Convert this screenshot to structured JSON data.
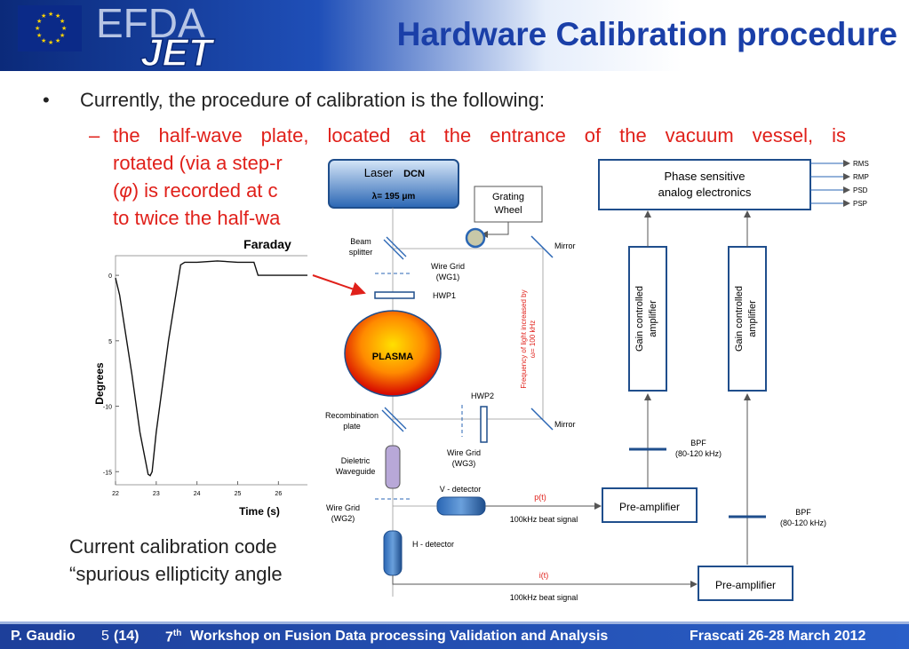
{
  "header": {
    "title": "Hardware Calibration procedure",
    "logo_top": "EFDA",
    "logo_bottom": "JET"
  },
  "body": {
    "bullet_symbol": "•",
    "bullet1": "Currently, the procedure of calibration is the following:",
    "dash": "–",
    "sub_line1": "the half-wave plate, located at the entrance of the vacuum vessel, is",
    "sub_line2": "rotated (via a step-r",
    "sub_line3_a": "(",
    "sub_line3_phi": "φ",
    "sub_line3_b": ")  is recorded at c",
    "sub_line4": "to twice the half-wa",
    "cc_line1": "Current calibration code",
    "cc_line2": "“spurious ellipticity angle"
  },
  "chart_data": {
    "type": "line",
    "title": "Faraday",
    "xlabel": "Time (s)",
    "ylabel": "Degrees",
    "xlim": [
      22,
      26.8
    ],
    "ylim": [
      -16,
      1.5
    ],
    "x_ticks": [
      "22",
      "23",
      "24",
      "25",
      "26"
    ],
    "y_ticks": [
      "0",
      "-5",
      "-10",
      "-15"
    ],
    "y_tick_labels_printed": [
      "0",
      "5",
      "-10",
      "-15"
    ],
    "series": [
      {
        "x": [
          22.0,
          22.1,
          22.4,
          22.6,
          22.8,
          22.85,
          22.9,
          23.0,
          23.3,
          23.6,
          23.7,
          24.0,
          24.5,
          25.0,
          25.4,
          25.5,
          25.8,
          26.2,
          26.8
        ],
        "y": [
          -0.2,
          -1.5,
          -7.5,
          -12.0,
          -15.2,
          -15.3,
          -15.0,
          -12.0,
          -5.0,
          0.8,
          1.0,
          1.0,
          1.1,
          1.0,
          1.0,
          0.0,
          0.0,
          0.0,
          0.0
        ]
      }
    ]
  },
  "diagram": {
    "laser_title": "Laser",
    "laser_bold": "DCN",
    "laser_lambda": "λ= 195 μm",
    "grating": "Grating Wheel",
    "grating_l1": "Grating",
    "grating_l2": "Wheel",
    "mirror_top": "Mirror",
    "mirror_bottom": "Mirror",
    "beam_splitter_l1": "Beam",
    "beam_splitter_l2": "splitter",
    "wg1_l1": "Wire Grid",
    "wg1_l2": "(WG1)",
    "hwp1": "HWP1",
    "plasma": "PLASMA",
    "hwp2": "HWP2",
    "recomb_l1": "Recombination",
    "recomb_l2": "plate",
    "wg3_l1": "Wire Grid",
    "wg3_l2": "(WG3)",
    "dielectric_l1": "Dieletric",
    "dielectric_l2": "Waveguide",
    "v_detector": "V - detector",
    "wg2_l1": "Wire Grid",
    "wg2_l2": "(WG2)",
    "h_detector": "H - detector",
    "freq_l1": "Frequency of light increased by",
    "freq_l2": "ω= 100 kHz",
    "p_t": "p(t)",
    "i_t": "i(t)",
    "beat1": "100kHz beat signal",
    "beat2": "100kHz beat signal",
    "phase_l1": "Phase sensitive",
    "phase_l2": "analog electronics",
    "outputs": [
      "RMS",
      "RMP",
      "PSD",
      "PSP"
    ],
    "gain1_l1": "Gain controlled",
    "gain1_l2": "amplifier",
    "gain2_l1": "Gain controlled",
    "gain2_l2": "amplifier",
    "bpf1_l1": "BPF",
    "bpf1_l2": "(80-120  kHz)",
    "bpf2_l1": "BPF",
    "bpf2_l2": "(80-120  kHz)",
    "preamp1": "Pre-amplifier",
    "preamp2": "Pre-amplifier"
  },
  "footer": {
    "author": "P. Gaudio",
    "page": "5",
    "total": "(14)",
    "workshop_sup": "th",
    "workshop_num": "7",
    "workshop": "Workshop on Fusion Data processing Validation and Analysis",
    "location": "Frascati 26-28 March 2012"
  },
  "colors": {
    "title": "#1a3fa8",
    "red_text": "#e0201a",
    "footer_bg": "#1d3f9a",
    "box_border": "#1f4e8c"
  }
}
